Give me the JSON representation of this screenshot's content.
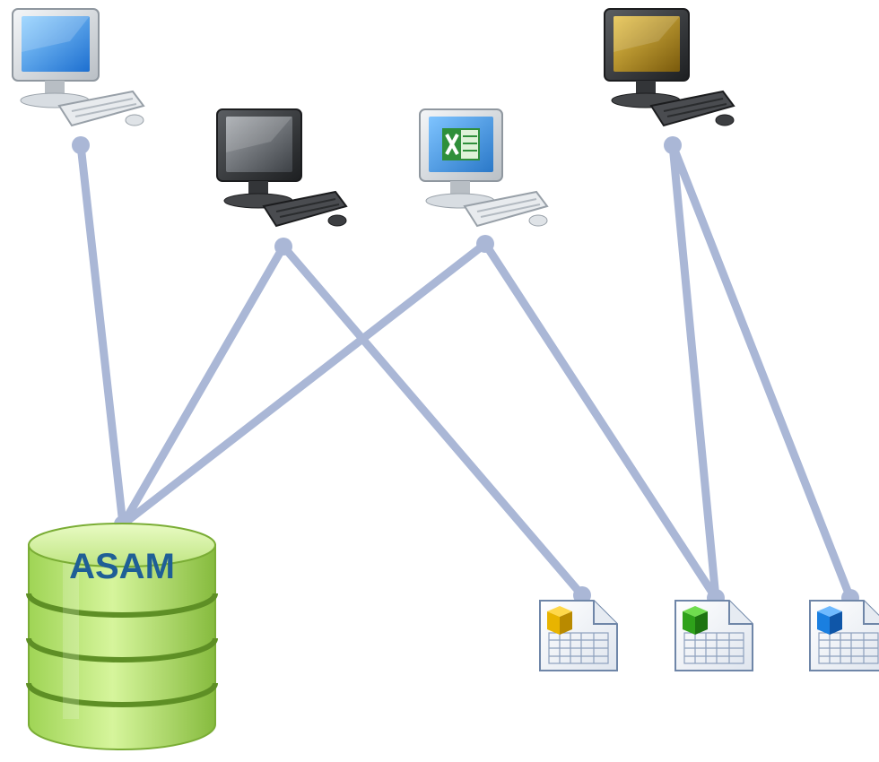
{
  "diagram": {
    "database": {
      "label": "ASAM",
      "label_color": "#1f5f96",
      "icon": "database-cylinder-icon"
    },
    "workstations": [
      {
        "id": "pc-blue-screen",
        "screen": "blue",
        "icon": "computer-icon"
      },
      {
        "id": "pc-dark-screen",
        "screen": "dark",
        "icon": "computer-icon"
      },
      {
        "id": "pc-excel-screen",
        "screen": "excel",
        "icon": "computer-icon"
      },
      {
        "id": "pc-gold-screen",
        "screen": "gold",
        "icon": "computer-icon"
      }
    ],
    "files": [
      {
        "id": "file-yellow",
        "cube_color": "#e8b400",
        "icon": "spreadsheet-file-icon"
      },
      {
        "id": "file-green",
        "cube_color": "#2ea11a",
        "icon": "spreadsheet-file-icon"
      },
      {
        "id": "file-blue",
        "cube_color": "#1a7fe0",
        "icon": "spreadsheet-file-icon"
      }
    ],
    "connections": [
      {
        "from": "pc-blue-screen",
        "to": "database"
      },
      {
        "from": "pc-dark-screen",
        "to": "database"
      },
      {
        "from": "pc-excel-screen",
        "to": "database"
      },
      {
        "from": "pc-dark-screen",
        "to": "file-yellow"
      },
      {
        "from": "pc-excel-screen",
        "to": "file-green"
      },
      {
        "from": "pc-gold-screen",
        "to": "file-green"
      },
      {
        "from": "pc-gold-screen",
        "to": "file-blue"
      }
    ],
    "colors": {
      "connector": "#aab7d6",
      "database_fill": "#bde87a",
      "database_dark": "#8fc24a",
      "screen_blue": "#3e96e6",
      "screen_dark": "#555a60",
      "screen_gold": "#b8901e",
      "excel_green": "#2f8f3a"
    }
  }
}
